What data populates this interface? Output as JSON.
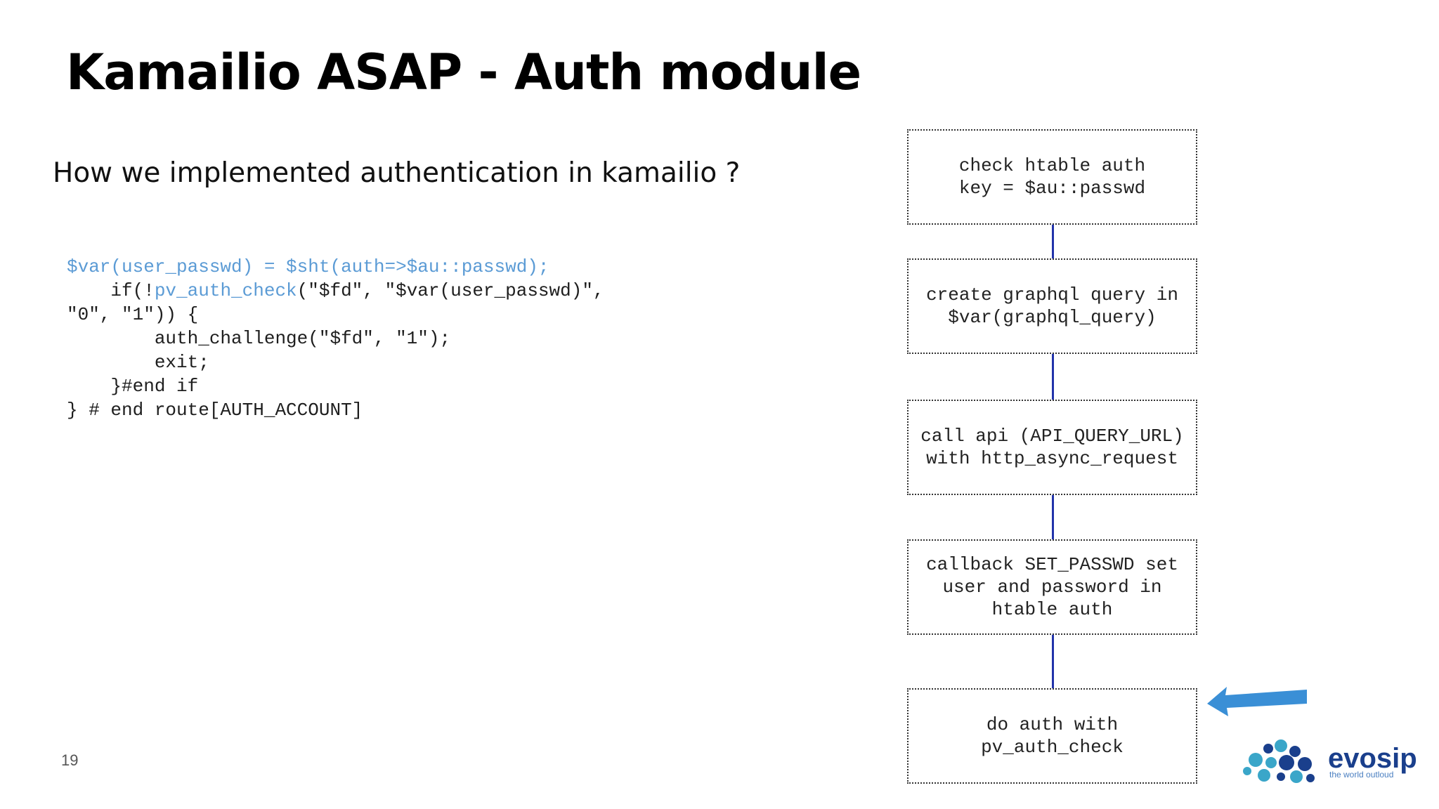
{
  "slide": {
    "title": "Kamailio ASAP - Auth module",
    "subtitle": "How we implemented authentication in kamailio ?",
    "page_number": "19"
  },
  "code": {
    "line1": "$var(user_passwd) = $sht(auth=>$au::passwd);",
    "line2_prefix": "    if(!",
    "line2_func": "pv_auth_check",
    "line2_suffix": "(\"$fd\", \"$var(user_passwd)\",",
    "line3": "\"0\", \"1\")) {",
    "line4": "        auth_challenge(\"$fd\", \"1\");",
    "line5": "        exit;",
    "line6": "    }#end if",
    "line7": "} # end route[AUTH_ACCOUNT]"
  },
  "flowchart": {
    "steps": [
      "check htable auth\nkey = $au::passwd",
      "create graphql query in\n$var(graphql_query)",
      "call api (API_QUERY_URL)\nwith http_async_request",
      "callback SET_PASSWD set\nuser and password in\nhtable auth",
      "do auth with\npv_auth_check"
    ],
    "highlighted_step": 5,
    "connector_color": "#2233aa",
    "arrow_color": "#3a8fd6"
  },
  "logo": {
    "name": "evosip",
    "tagline": "the world outloud",
    "colors": [
      "#1a3f8c",
      "#3aa6c9"
    ]
  }
}
